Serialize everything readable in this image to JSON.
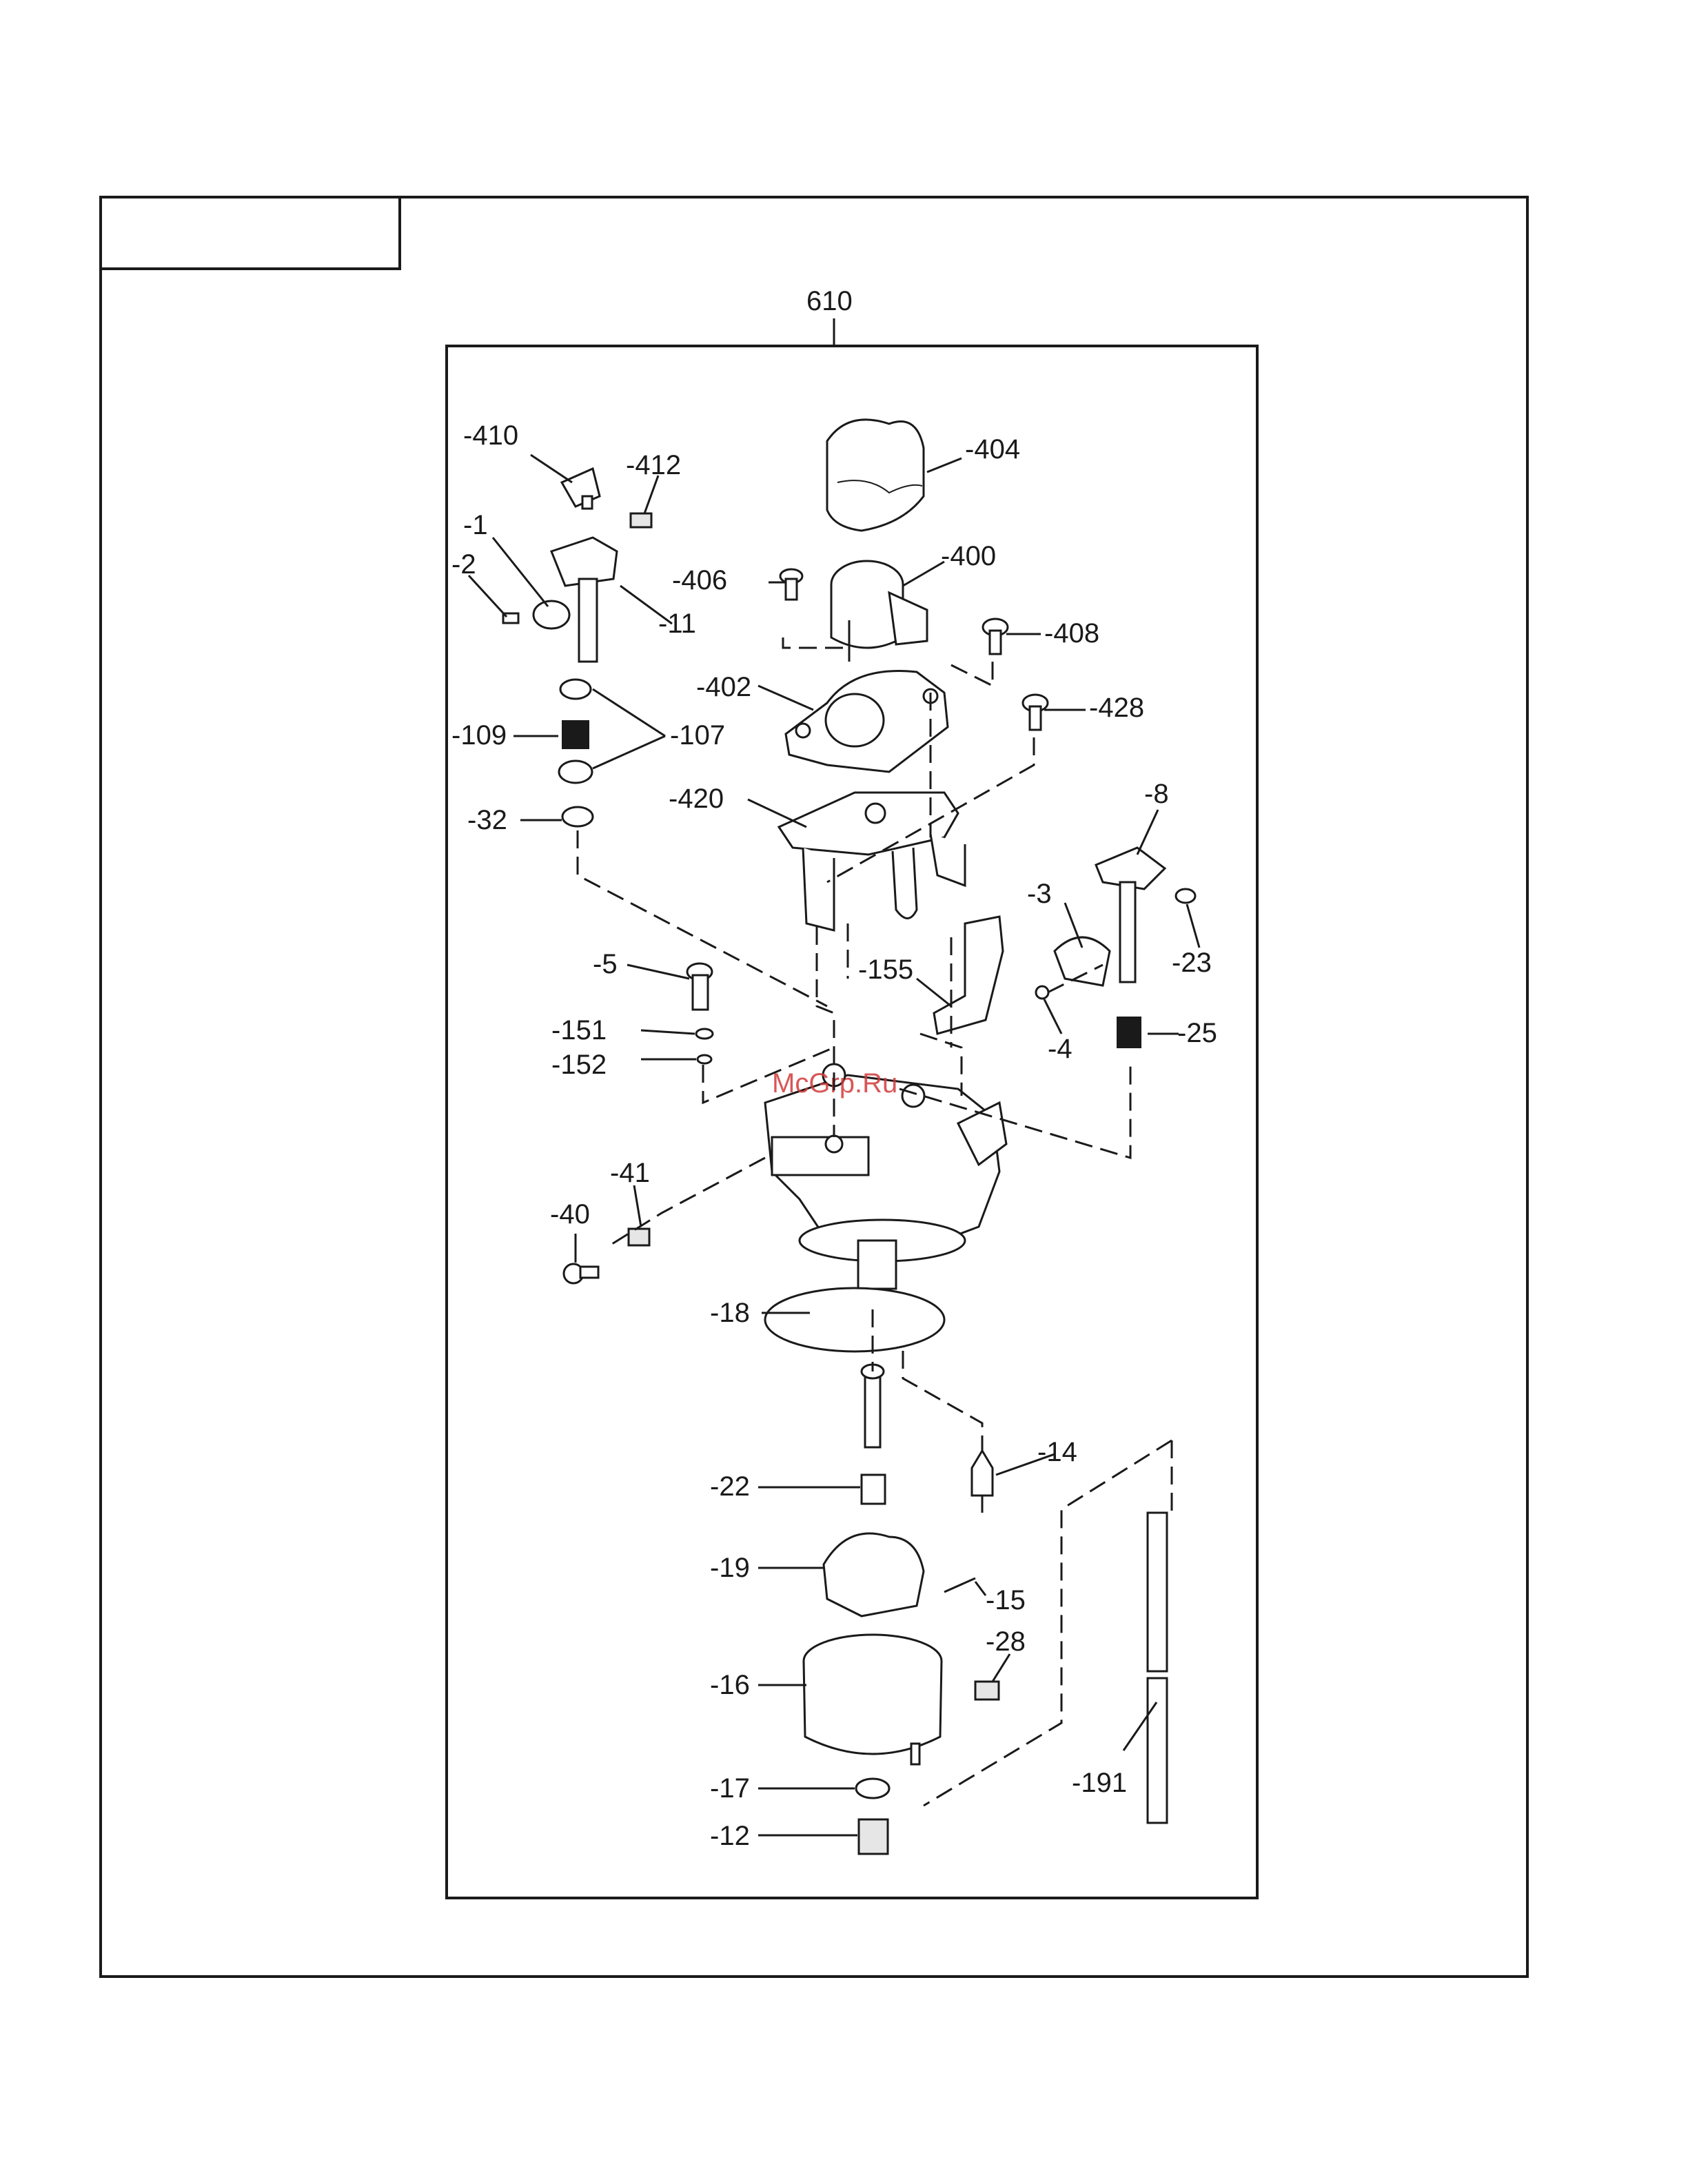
{
  "assembly_number": "610",
  "watermark": "McGrp.Ru",
  "callouts": {
    "p410": "-410",
    "p412": "-412",
    "p404": "-404",
    "p1": "-1",
    "p2": "-2",
    "p11": "-11",
    "p406": "-406",
    "p400": "-400",
    "p408": "-408",
    "p402": "-402",
    "p428": "-428",
    "p109": "-109",
    "p107": "-107",
    "p420": "-420",
    "p8": "-8",
    "p32": "-32",
    "p3": "-3",
    "p23": "-23",
    "p5": "-5",
    "p155": "-155",
    "p151": "-151",
    "p25": "-25",
    "p4": "-4",
    "p152": "-152",
    "p41": "-41",
    "p40": "-40",
    "p18": "-18",
    "p14": "-14",
    "p22": "-22",
    "p19": "-19",
    "p15": "-15",
    "p28": "-28",
    "p16": "-16",
    "p191": "-191",
    "p17": "-17",
    "p12": "-12"
  }
}
